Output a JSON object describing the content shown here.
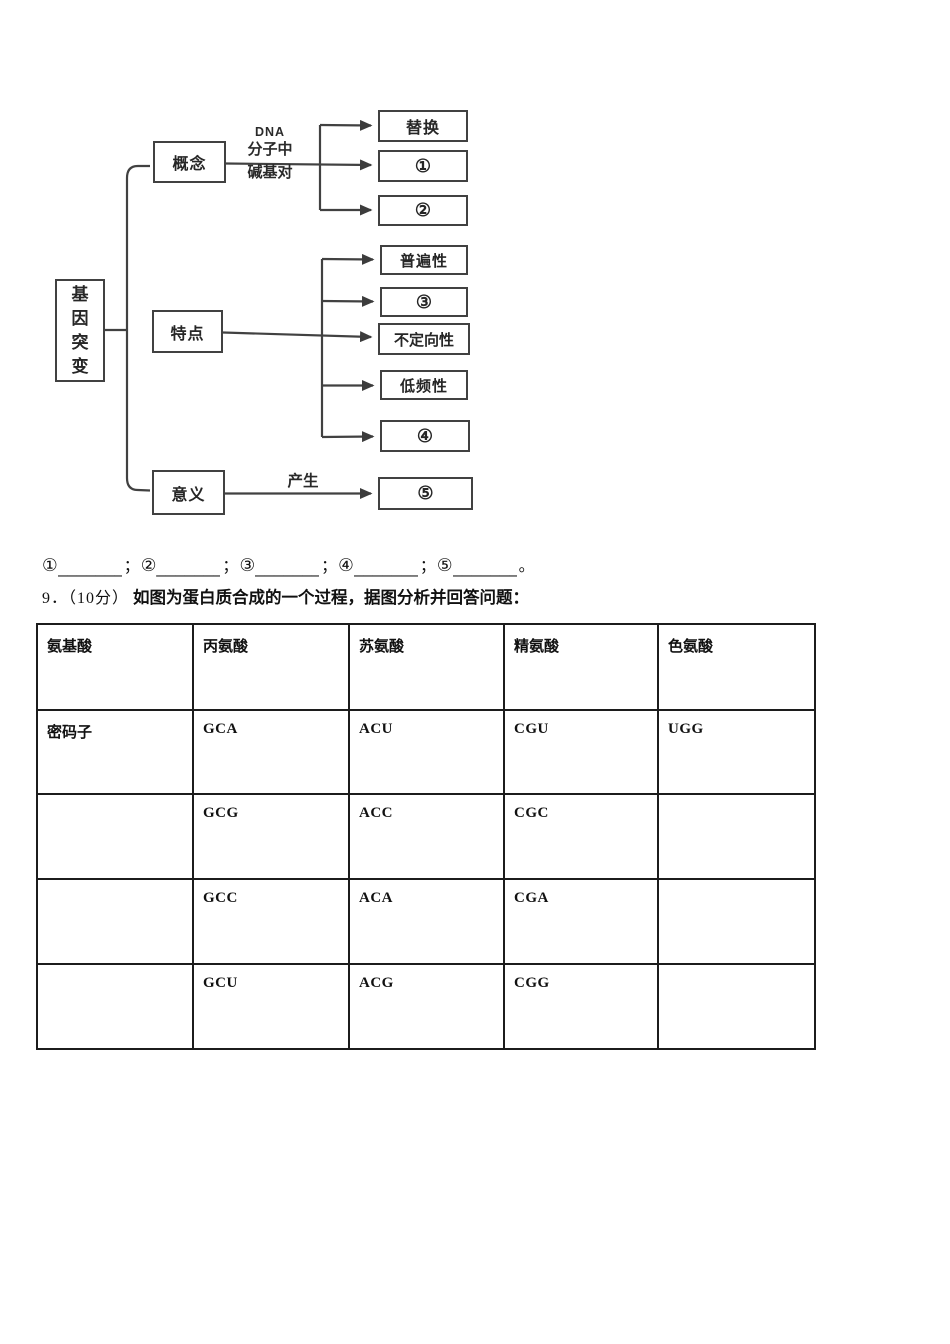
{
  "flowchart": {
    "root": "基因突变",
    "branches": [
      {
        "label": "概念",
        "edge_label_lines": [
          "DNA",
          "分子中",
          "碱基对"
        ],
        "children": [
          "替换",
          "①",
          "②"
        ]
      },
      {
        "label": "特点",
        "children": [
          "普遍性",
          "③",
          "不定向性",
          "低频性",
          "④"
        ]
      },
      {
        "label": "意义",
        "edge_label": "产生",
        "children": [
          "⑤"
        ]
      }
    ]
  },
  "blanks": {
    "numbers": [
      "①",
      "②",
      "③",
      "④",
      "⑤"
    ],
    "blank_fill": "____________",
    "separator": "；",
    "terminator": "。"
  },
  "question": {
    "prefix": "9．（10分）",
    "text": "如图为蛋白质合成的一个过程，据图分析并回答问题："
  },
  "table": {
    "header_row": [
      "氨基酸",
      "丙氨酸",
      "苏氨酸",
      "精氨酸",
      "色氨酸"
    ],
    "rows": [
      [
        "密码子",
        "GCA",
        "ACU",
        "CGU",
        "UGG"
      ],
      [
        "",
        "GCG",
        "ACC",
        "CGC",
        ""
      ],
      [
        "",
        "GCC",
        "ACA",
        "CGA",
        ""
      ],
      [
        "",
        "GCU",
        "ACG",
        "CGG",
        ""
      ]
    ]
  }
}
